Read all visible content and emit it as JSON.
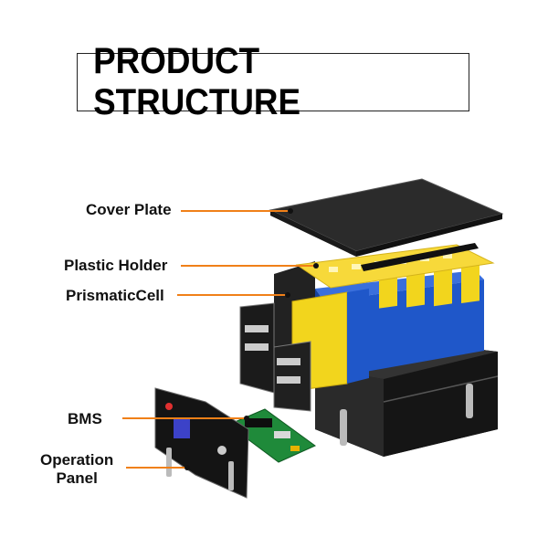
{
  "title": "PRODUCT STRUCTURE",
  "labels": {
    "cover_plate": "Cover Plate",
    "plastic_holder": "Plastic Holder",
    "prismatic_cell": "PrismaticCell",
    "bms": "BMS",
    "operation_panel_line1": "Operation",
    "operation_panel_line2": "Panel"
  },
  "colors": {
    "pointer": "#f08018",
    "cell_blue": "#1f57c9",
    "cell_yellow": "#f2d51d",
    "holder_yellow": "#f7d93a",
    "casing": "#1e1e1e",
    "pcb_green": "#1f8a3a"
  }
}
